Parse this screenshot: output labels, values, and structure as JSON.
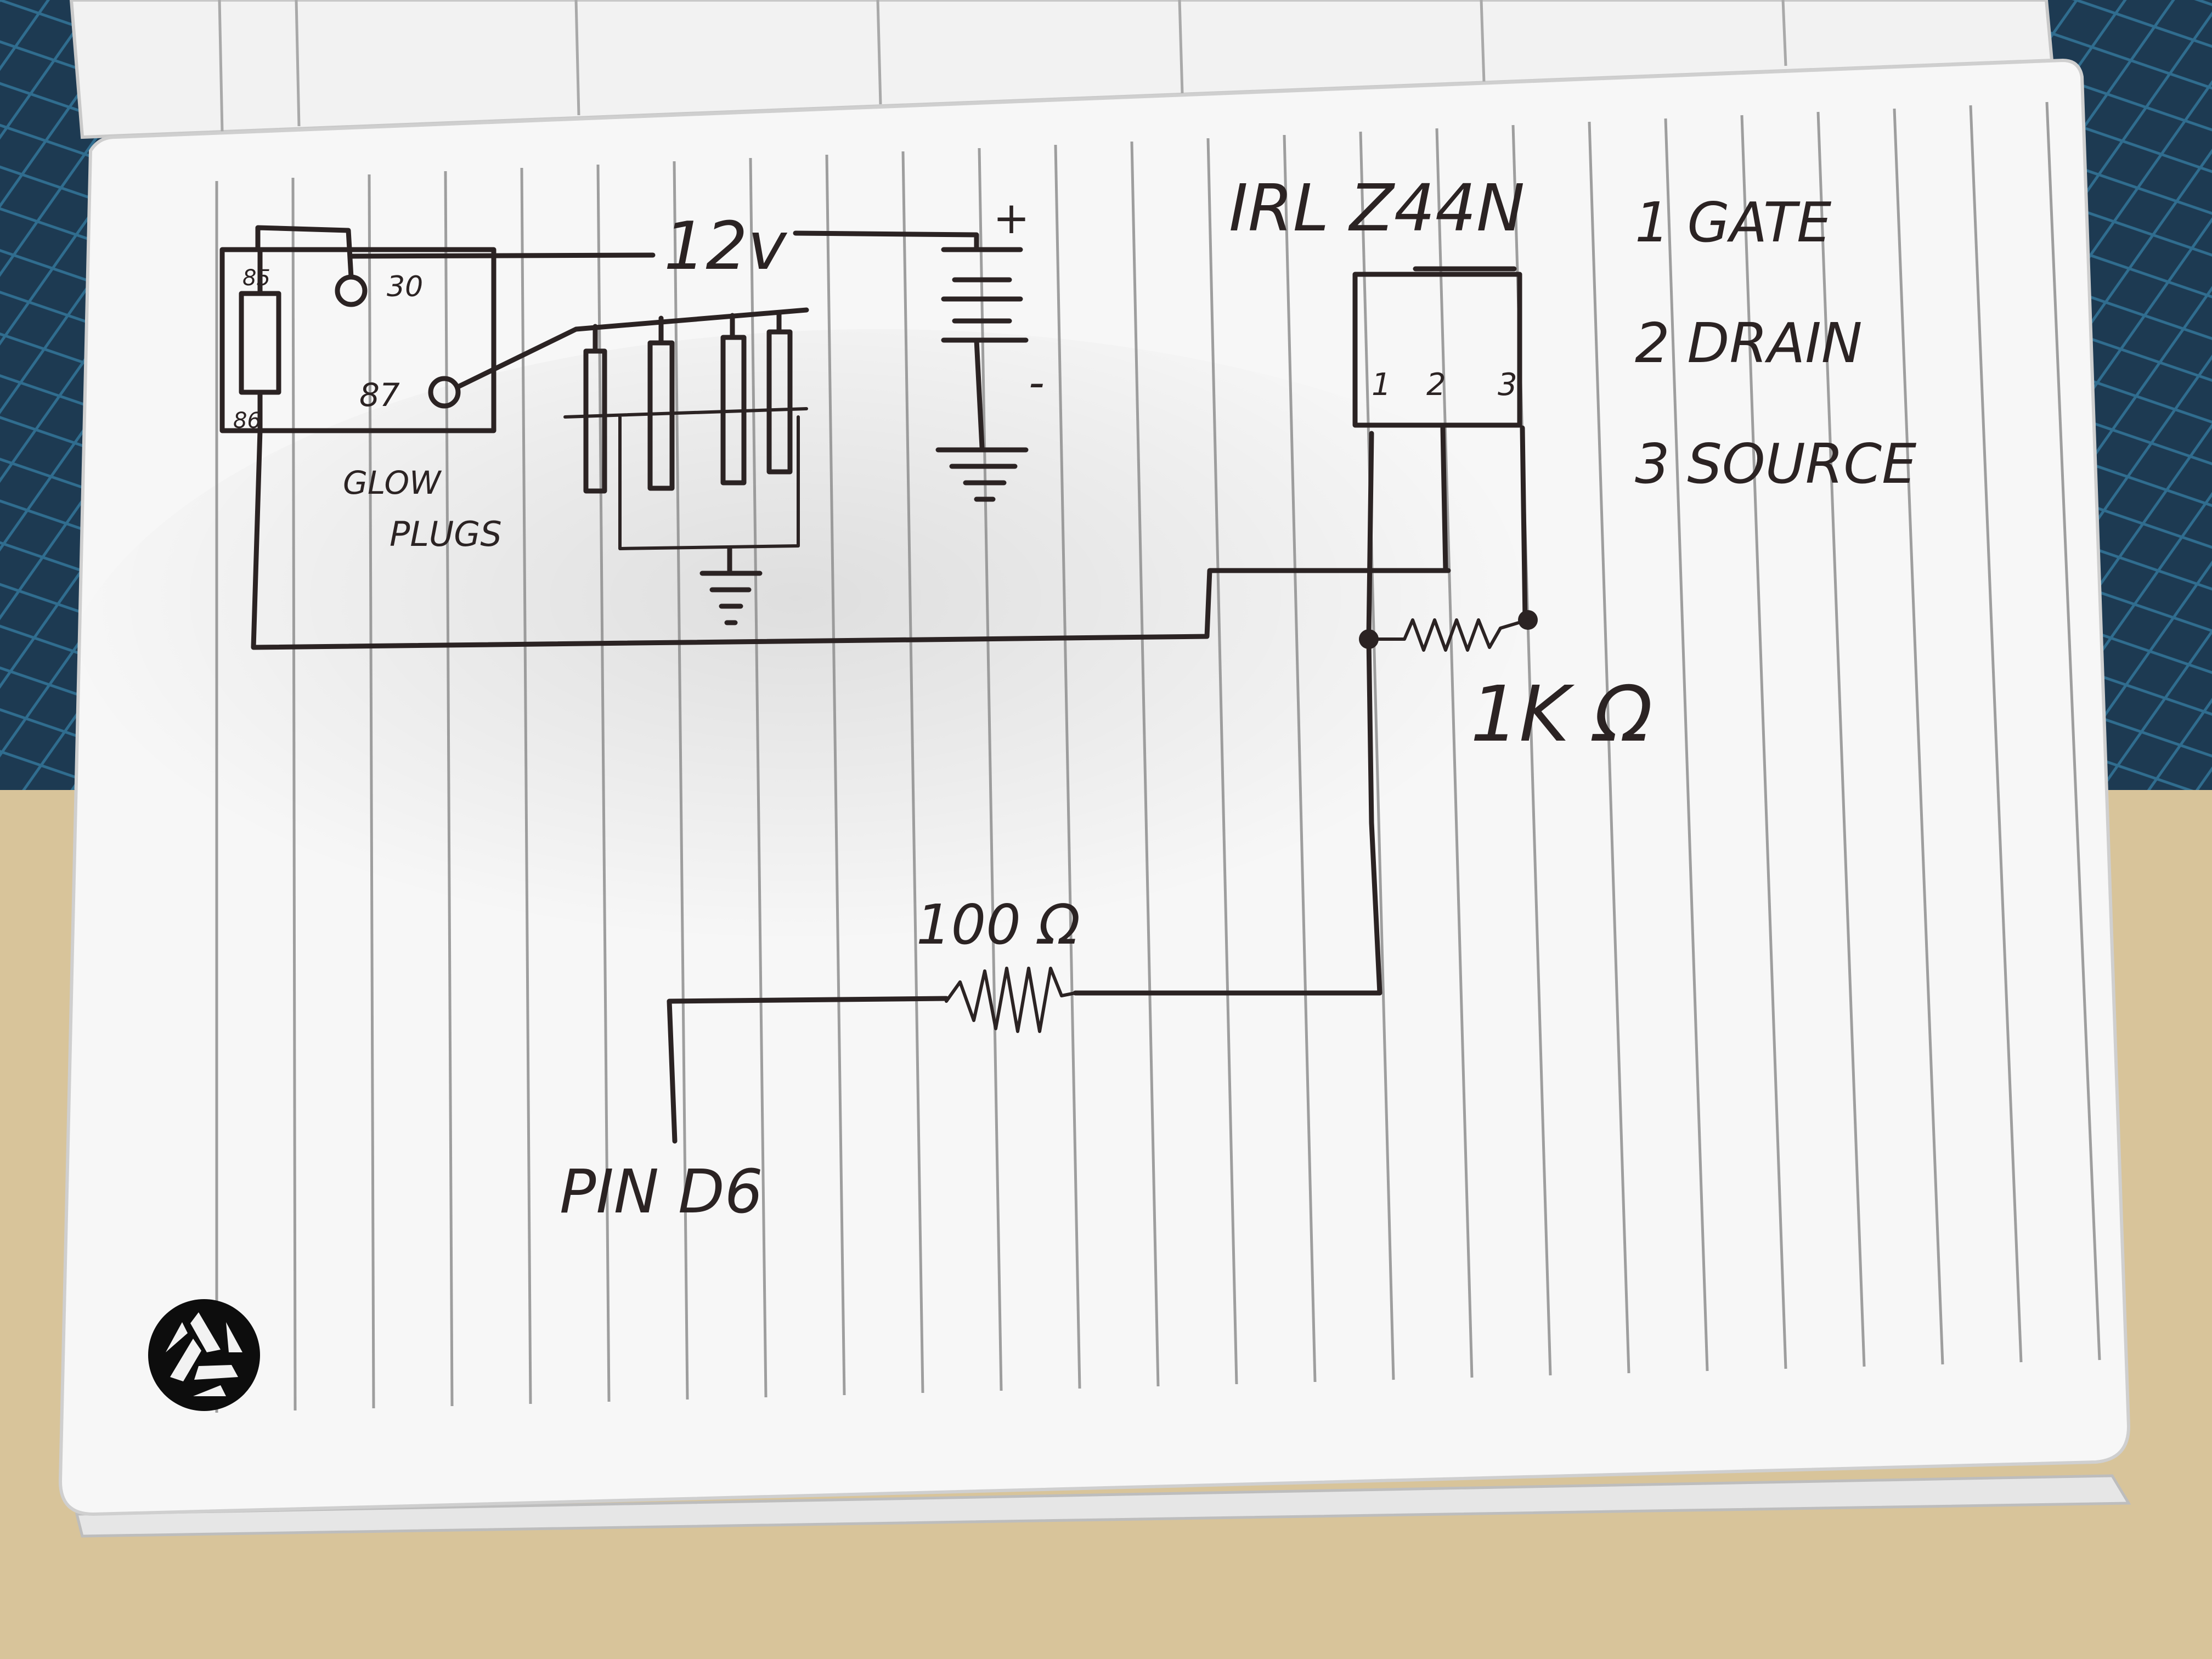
{
  "notebook": {
    "paper_color": "#f7f7f7",
    "rule_color": "#8f8f8f",
    "ink_color": "#2b2323",
    "mat_color": "#1d3a52",
    "table_color": "#d8c49a",
    "icon": "recycle-icon"
  },
  "schematic": {
    "supply_label": "12v",
    "battery_plus": "+",
    "battery_minus": "-",
    "relay_pin_85": "85",
    "relay_pin_86": "86",
    "relay_pin_30": "30",
    "relay_pin_87": "87",
    "glow_plugs_line1": "GLOW",
    "glow_plugs_line2": "PLUGS",
    "mosfet_part": "IRL Z44N",
    "mosfet_pin1": "1",
    "mosfet_pin2": "2",
    "mosfet_pin3": "3",
    "pinout": [
      "1 GATE",
      "2 DRAIN",
      "3 SOURCE"
    ],
    "pulldown_resistor": "1K Ω",
    "gate_resistor": "100 Ω",
    "arduino_pin": "PIN D6"
  }
}
